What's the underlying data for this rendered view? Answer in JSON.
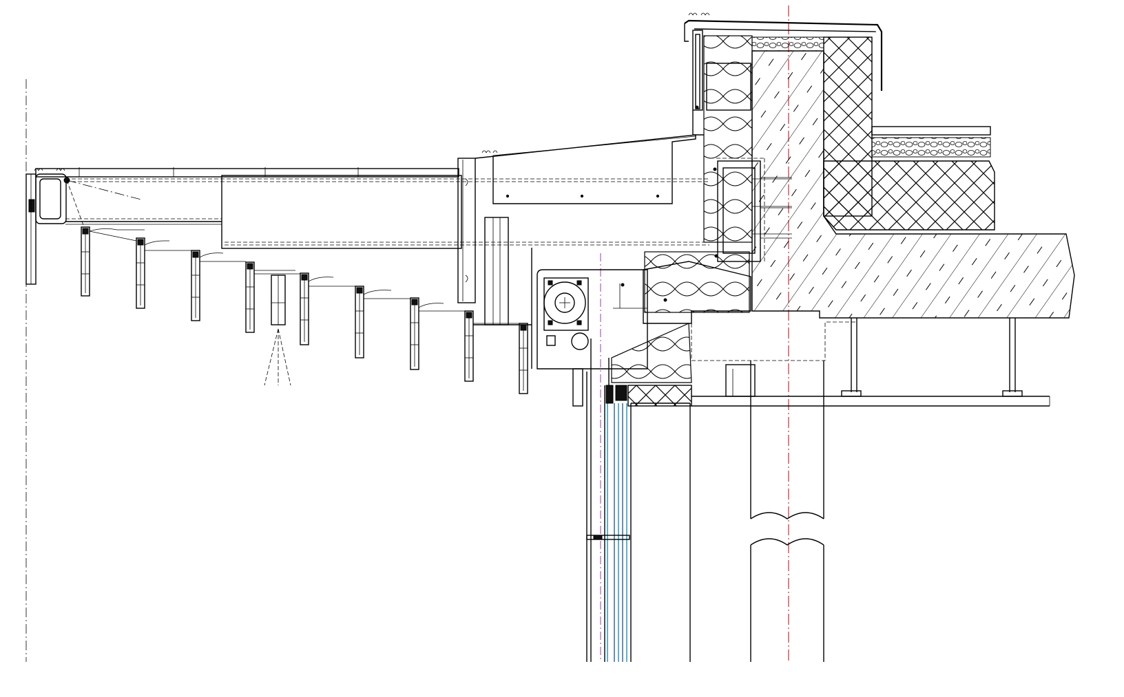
{
  "drawing": {
    "kind": "architectural-section-detail",
    "colors": {
      "line": "#000000",
      "background": "#ffffff",
      "axis_primary": "#c0303a",
      "axis_secondary": "#9a3fa8",
      "glazing": "#1f8fb8",
      "glazing_dark": "#2d5f8a"
    },
    "components": [
      "louvre-blade",
      "cantilever-beam",
      "roof-parapet",
      "concrete-slab",
      "timber-layer",
      "insulation-layer",
      "gravel-layer",
      "sun-blind-roller",
      "glazing-unit",
      "column",
      "sprinkler-head"
    ]
  }
}
